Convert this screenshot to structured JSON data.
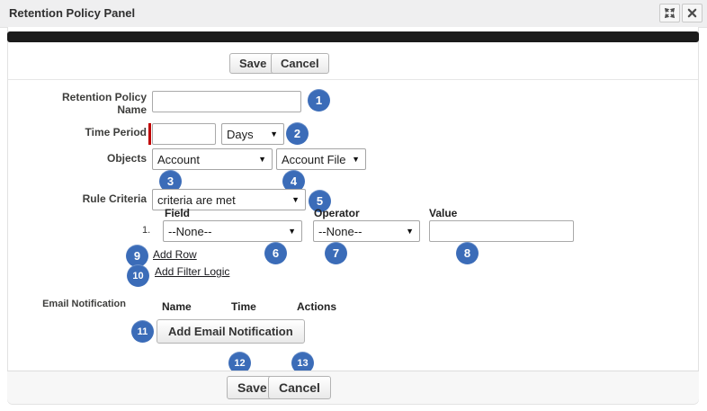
{
  "colors": {
    "accent_blue": "#3b6cb8",
    "required_red": "#c00000",
    "titlebar_bg": "#efeff0",
    "black_bar": "#1b1b1b"
  },
  "window": {
    "title": "Retention Policy Panel"
  },
  "ui": {
    "dropdown_arrow": "▼"
  },
  "top_actions": {
    "save": "Save",
    "cancel": "Cancel"
  },
  "form": {
    "retention_policy_name": {
      "label": "Retention Policy Name",
      "value": ""
    },
    "time_period": {
      "label": "Time Period",
      "value": "",
      "unit": "Days"
    },
    "objects": {
      "label": "Objects",
      "object_selected": "Account",
      "file_selected": "Account File"
    },
    "rule_criteria": {
      "label": "Rule Criteria",
      "selected": "criteria are met",
      "columns": {
        "field": "Field",
        "operator": "Operator",
        "value": "Value"
      },
      "row": {
        "index": "1.",
        "field": "--None--",
        "operator": "--None--",
        "value": ""
      },
      "add_row": "Add Row",
      "add_filter_logic": "Add Filter Logic"
    },
    "email_notification": {
      "label": "Email Notification",
      "columns": {
        "name": "Name",
        "time": "Time",
        "actions": "Actions"
      },
      "add_button": "Add Email Notification"
    }
  },
  "footer_actions": {
    "save": "Save",
    "cancel": "Cancel"
  },
  "badges": [
    "1",
    "2",
    "3",
    "4",
    "5",
    "6",
    "7",
    "8",
    "9",
    "10",
    "11",
    "12",
    "13"
  ]
}
